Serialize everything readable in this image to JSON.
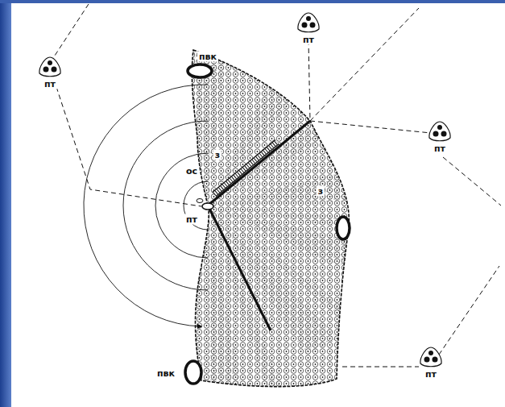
{
  "diagram": {
    "labels": [
      "пт",
      "пвк",
      "пт",
      "пт",
      "з",
      "ос",
      "з",
      "пт",
      "пт",
      "пвк"
    ]
  }
}
